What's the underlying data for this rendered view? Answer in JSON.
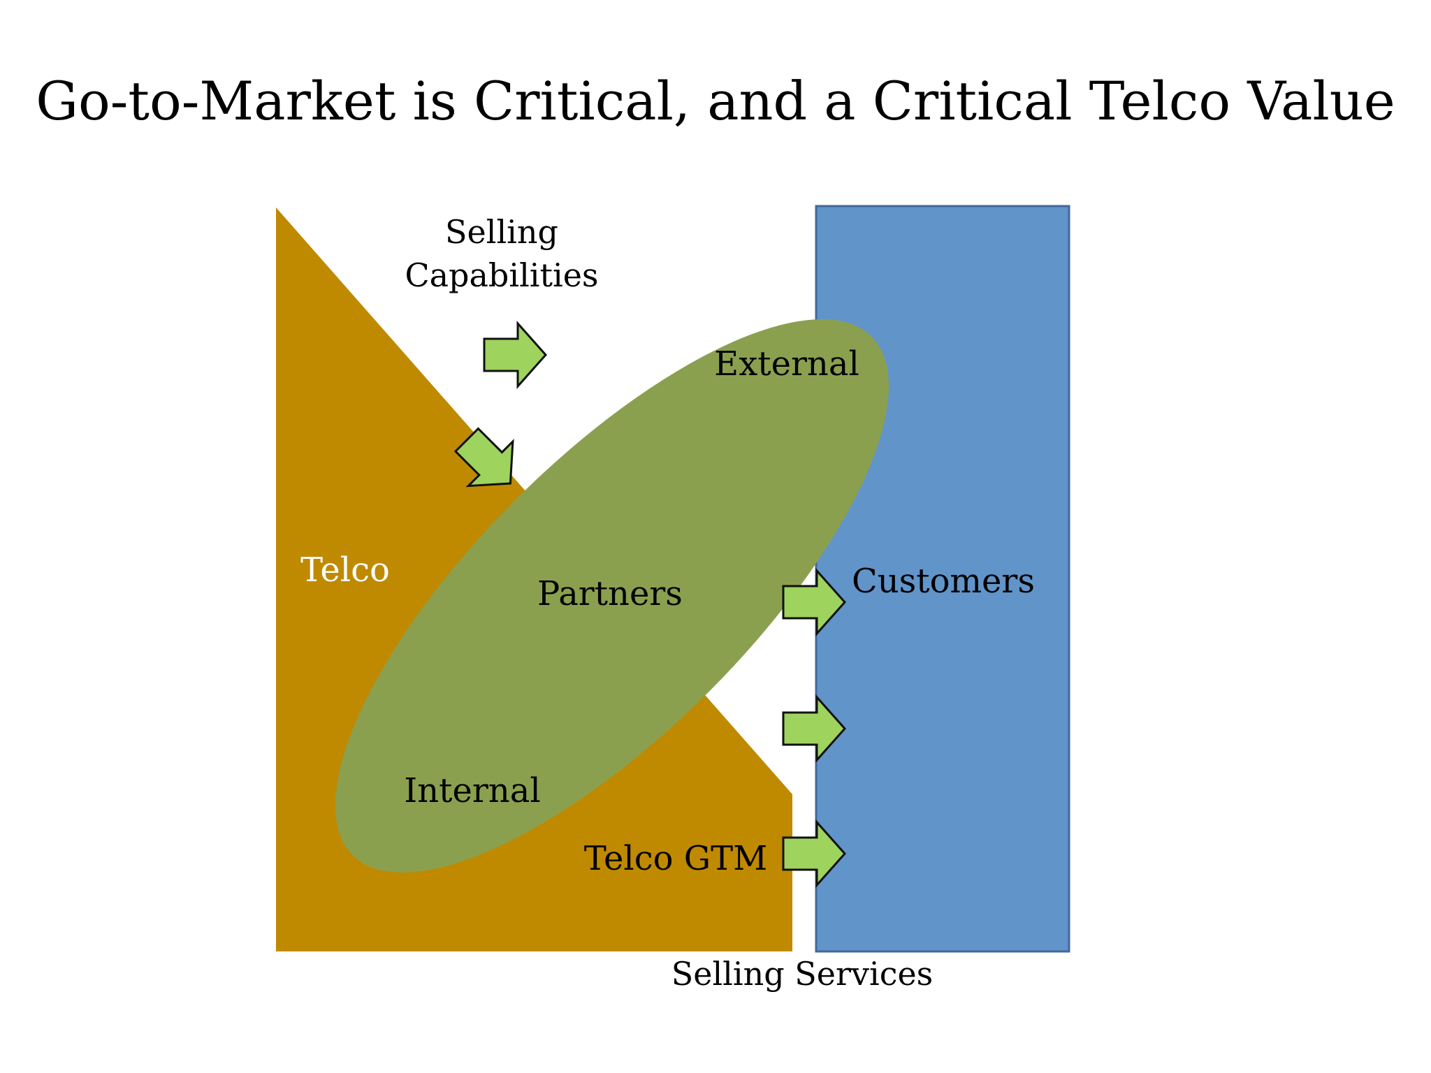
{
  "title": "Go-to-Market is Critical, and a Critical Telco Value",
  "labels": {
    "selling_capabilities_line1": "Selling",
    "selling_capabilities_line2": "Capabilities",
    "external": "External",
    "telco": "Telco",
    "partners": "Partners",
    "customers": "Customers",
    "internal": "Internal",
    "telco_gtm": "Telco GTM",
    "selling_services": "Selling Services"
  },
  "colors": {
    "telco_shape": "#BF8A00",
    "customers_box": "#6194C9",
    "customers_border": "#41699A",
    "partners_ellipse": "#8BA04F",
    "arrow_fill": "#9ED35E",
    "arrow_stroke": "#111111"
  }
}
